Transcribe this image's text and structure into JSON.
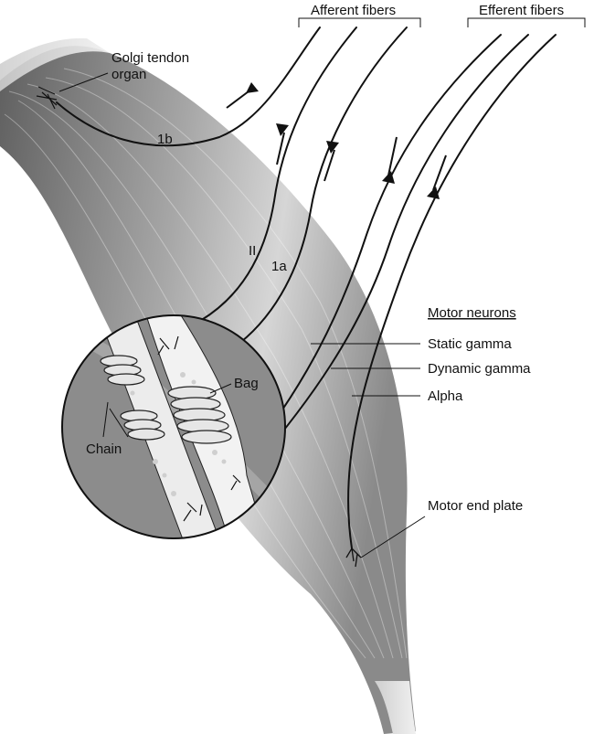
{
  "labels": {
    "afferent": "Afferent fibers",
    "efferent": "Efferent fibers",
    "golgi_line1": "Golgi tendon",
    "golgi_line2": "organ",
    "fiber_1b": "1b",
    "fiber_II": "II",
    "fiber_1a": "1a",
    "motor_neurons": "Motor neurons",
    "static_gamma": "Static gamma",
    "dynamic_gamma": "Dynamic gamma",
    "alpha": "Alpha",
    "bag": "Bag",
    "chain": "Chain",
    "motor_end_plate": "Motor end plate"
  },
  "colors": {
    "line": "#111111",
    "muscle_dark": "#6e6e6e",
    "muscle_light": "#d9d9d9",
    "background": "#ffffff"
  }
}
